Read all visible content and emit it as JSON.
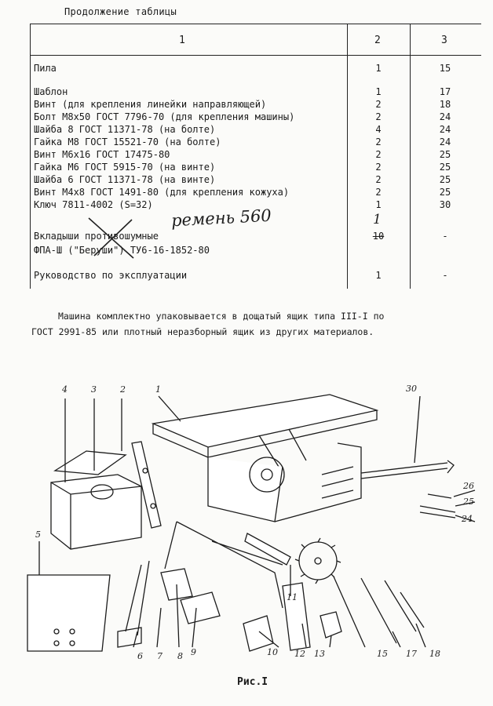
{
  "table_caption": "Продолжение таблицы",
  "table": {
    "headers": [
      "1",
      "2",
      "3"
    ],
    "rows": [
      {
        "name": "Пила",
        "qty": "1",
        "pos": "15"
      },
      {
        "name": "Шаблон",
        "qty": "1",
        "pos": "17"
      },
      {
        "name": "Винт (для крепления линейки направляющей)",
        "qty": "2",
        "pos": "18"
      },
      {
        "name": "Болт М8х50 ГОСТ 7796-70 (для крепления машины)",
        "qty": "2",
        "pos": "24"
      },
      {
        "name": "Шайба 8 ГОСТ 11371-78 (на болте)",
        "qty": "4",
        "pos": "24"
      },
      {
        "name": "Гайка М8 ГОСТ 15521-70 (на болте)",
        "qty": "2",
        "pos": "24"
      },
      {
        "name": "Винт М6х16 ГОСТ 17475-80",
        "qty": "2",
        "pos": "25"
      },
      {
        "name": "Гайка М6 ГОСТ 5915-70 (на винте)",
        "qty": "2",
        "pos": "25"
      },
      {
        "name": "Шайба 6 ГОСТ 11371-78 (на винте)",
        "qty": "2",
        "pos": "25"
      },
      {
        "name": "Винт М4х8 ГОСТ 1491-80 (для крепления кожуха)",
        "qty": "2",
        "pos": "25"
      },
      {
        "name": "Ключ 7811-4002 (S=32)",
        "qty": "1",
        "pos": "30"
      },
      {
        "name": "Вкладыши противошумные",
        "qty": "10",
        "pos": "-"
      },
      {
        "name": "ФПА-Ш (\"Беруши\") ТУ6-16-1852-80",
        "qty": "",
        "pos": ""
      },
      {
        "name": "Руководство по эксплуатации",
        "qty": "1",
        "pos": "-"
      }
    ],
    "handwritten_note": "ремень 560",
    "handwritten_qty": "1"
  },
  "paragraph": {
    "line1": "Машина комплектно упаковывается в дощатый ящик типа III-I по",
    "line2": "ГОСТ 2991-85 или плотный неразборный ящик из других материалов."
  },
  "figure": {
    "labels": [
      "1",
      "2",
      "3",
      "4",
      "5",
      "6",
      "7",
      "8",
      "9",
      "10",
      "11",
      "12",
      "13",
      "15",
      "17",
      "18",
      "24",
      "25",
      "26",
      "30"
    ],
    "caption": "Рис.I"
  }
}
